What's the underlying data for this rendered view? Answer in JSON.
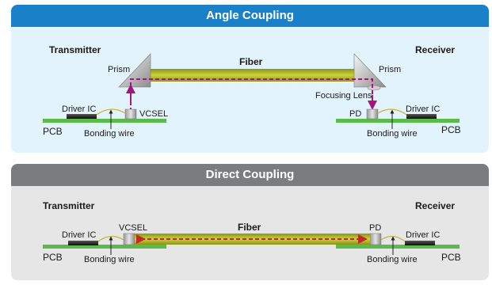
{
  "angle": {
    "title": "Angle Coupling",
    "transmitter": "Transmitter",
    "receiver": "Receiver",
    "fiber": "Fiber",
    "prism_left": "Prism",
    "prism_right": "Prism",
    "focusing_lens": "Focusing Lens",
    "driver_ic_left": "Driver IC",
    "driver_ic_right": "Driver IC",
    "vcsel": "VCSEL",
    "pd": "PD",
    "pcb_left": "PCB",
    "pcb_right": "PCB",
    "bonding_left": "Bonding wire",
    "bonding_right": "Bonding wire"
  },
  "direct": {
    "title": "Direct Coupling",
    "transmitter": "Transmitter",
    "receiver": "Receiver",
    "fiber": "Fiber",
    "vcsel": "VCSEL",
    "pd": "PD",
    "driver_ic_left": "Driver IC",
    "driver_ic_right": "Driver IC",
    "pcb_left": "PCB",
    "pcb_right": "PCB",
    "bonding_left": "Bonding wire",
    "bonding_right": "Bonding wire"
  },
  "colors": {
    "angle_header": "#1a80c8",
    "angle_bg": "#e3f3fb",
    "direct_header": "#7a7c7e",
    "direct_bg": "#e6e6e6",
    "fiber": "#b9c428",
    "pcb": "#5aba4a",
    "light_path": "#a0187e"
  }
}
